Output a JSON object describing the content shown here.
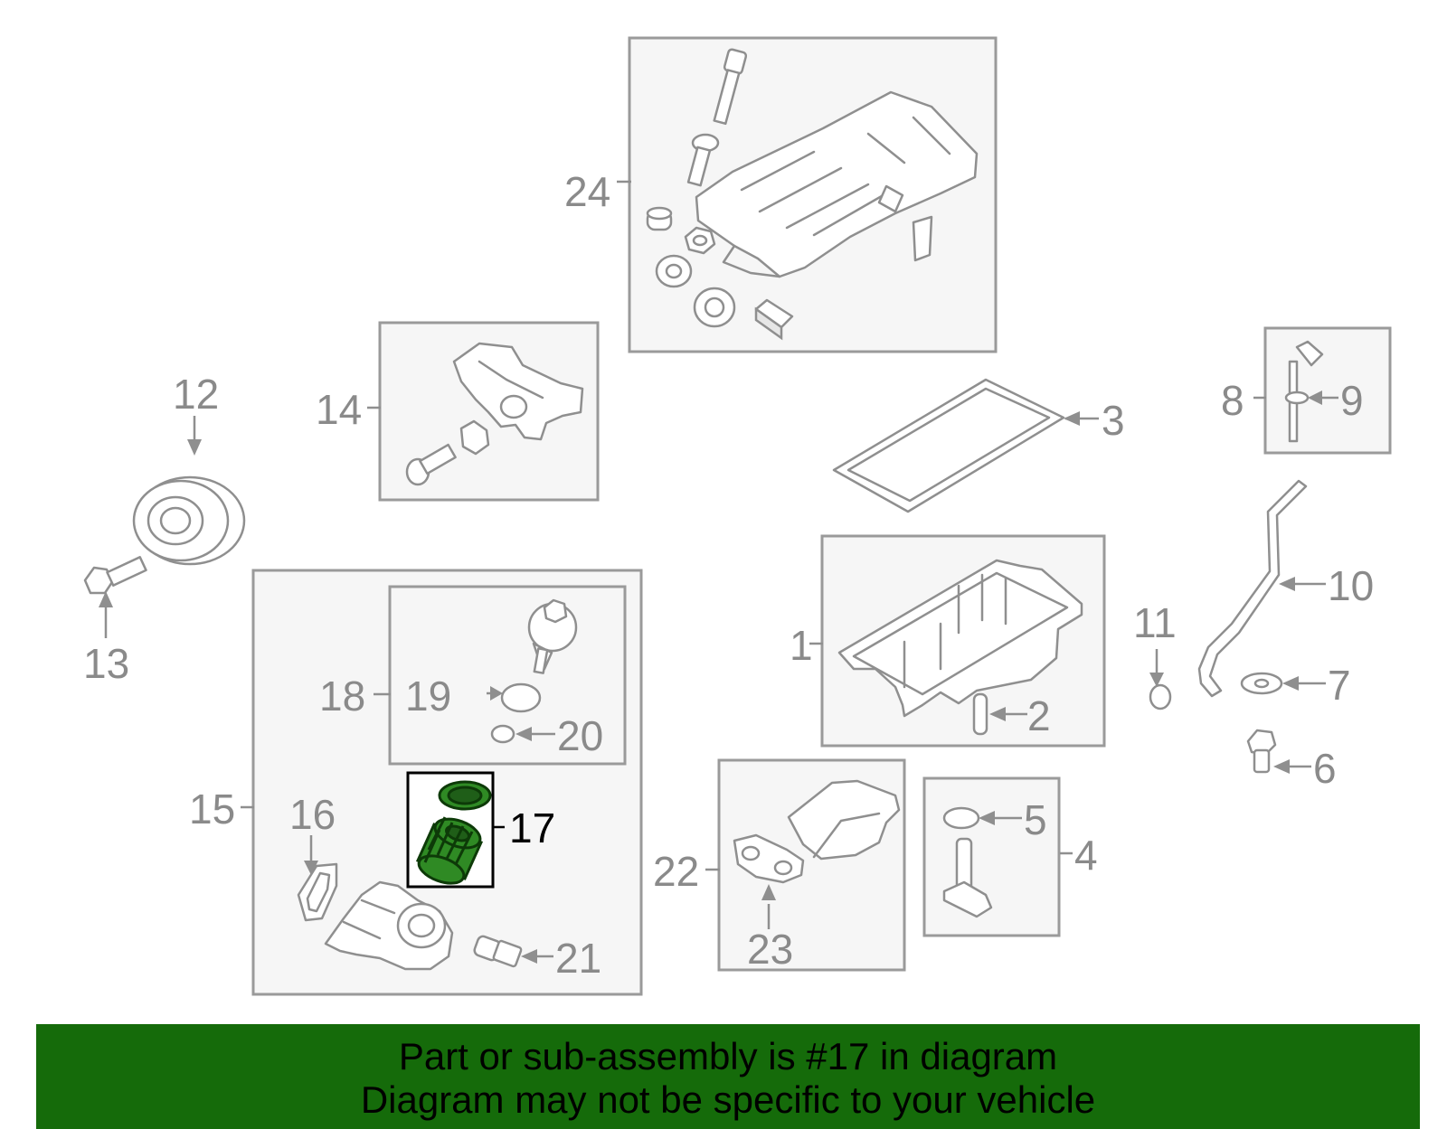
{
  "colors": {
    "banner": "#156b0a",
    "highlight_part": "#2f8a24",
    "box_stroke": "#9a9a9a",
    "label": "#8a8a8a"
  },
  "callouts": {
    "c1": "1",
    "c2": "2",
    "c3": "3",
    "c4": "4",
    "c5": "5",
    "c6": "6",
    "c7": "7",
    "c8": "8",
    "c9": "9",
    "c10": "10",
    "c11": "11",
    "c12": "12",
    "c13": "13",
    "c14": "14",
    "c15": "15",
    "c16": "16",
    "c17": "17",
    "c18": "18",
    "c19": "19",
    "c20": "20",
    "c21": "21",
    "c22": "22",
    "c23": "23",
    "c24": "24"
  },
  "highlighted_part": "17",
  "banner": {
    "line1": "Part or sub-assembly is #17 in diagram",
    "line2": "Diagram may not be specific to your vehicle"
  }
}
